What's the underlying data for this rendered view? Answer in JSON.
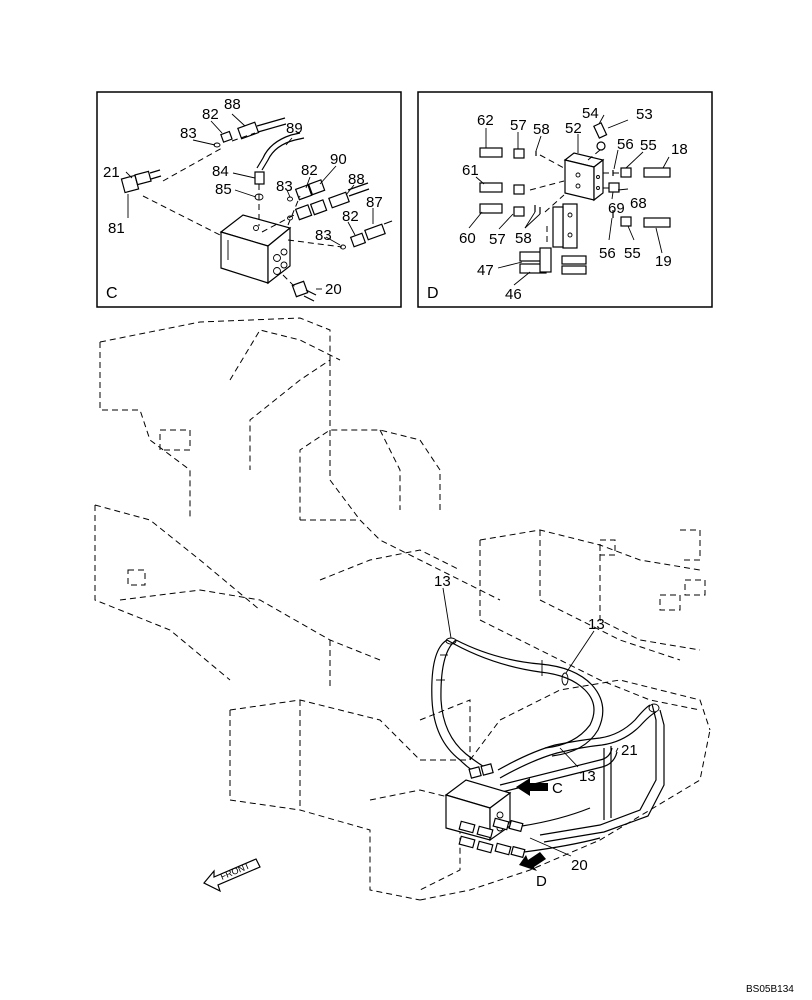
{
  "panels": {
    "c": {
      "letter": "C",
      "callouts": [
        "88",
        "82",
        "89",
        "83",
        "21",
        "84",
        "82",
        "90",
        "85",
        "83",
        "88",
        "87",
        "82",
        "81",
        "83",
        "20"
      ]
    },
    "d": {
      "letter": "D",
      "callouts": [
        "62",
        "57",
        "58",
        "52",
        "54",
        "53",
        "56",
        "55",
        "18",
        "61",
        "69",
        "68",
        "60",
        "57",
        "58",
        "56",
        "55",
        "19",
        "47",
        "46"
      ]
    }
  },
  "main": {
    "callouts": [
      "13",
      "13",
      "21",
      "13",
      "20"
    ],
    "view_markers": [
      "C",
      "D"
    ],
    "front_label": "FRONT"
  },
  "drawing_code": "BS05B134"
}
